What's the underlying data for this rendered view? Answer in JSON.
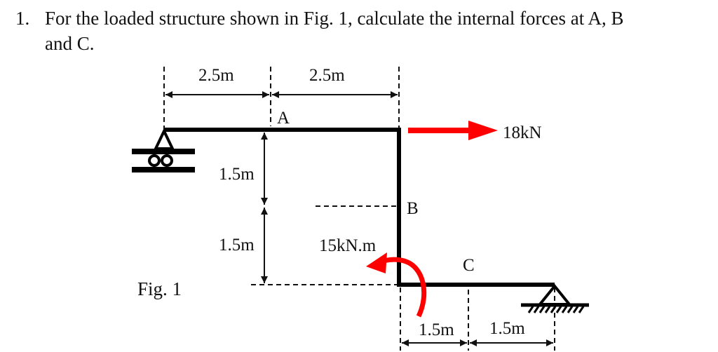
{
  "question": {
    "number": "1.",
    "line1": "For the loaded structure shown in Fig. 1, calculate the internal forces at A, B",
    "line2": "and C."
  },
  "figure": {
    "caption": "Fig. 1",
    "dimensions": {
      "top_left": "2.5m",
      "top_right": "2.5m",
      "vertical_upper": "1.5m",
      "vertical_lower": "1.5m",
      "bottom_left": "1.5m",
      "bottom_right": "1.5m"
    },
    "points": {
      "a": "A",
      "b": "B",
      "c": "C"
    },
    "loads": {
      "force": "18kN",
      "moment": "15kN.m",
      "load_color": "#ff0000"
    },
    "supports": {
      "left": "roller",
      "right": "pin"
    }
  }
}
